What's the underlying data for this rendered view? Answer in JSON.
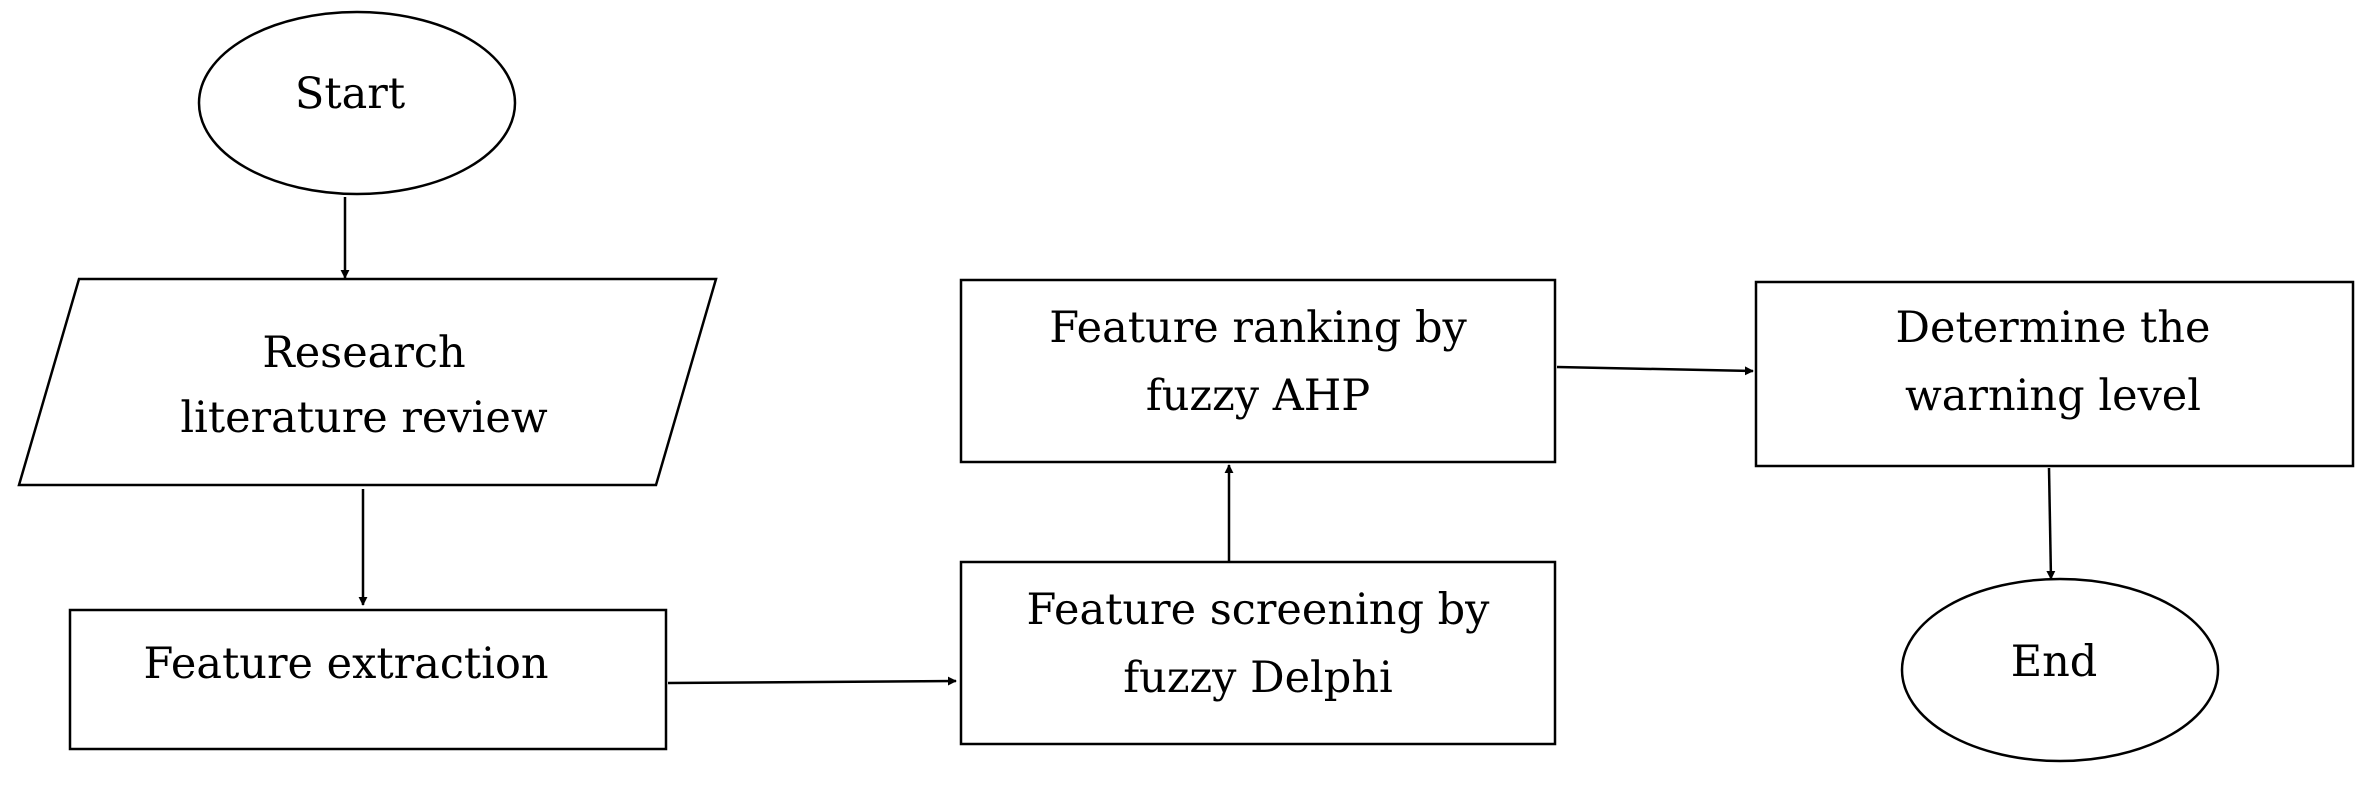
{
  "flowchart": {
    "start": {
      "label": "Start"
    },
    "research": {
      "line1": "Research",
      "line2": "literature review"
    },
    "extraction": {
      "label": "Feature extraction"
    },
    "screening": {
      "line1": "Feature screening by",
      "line2": "fuzzy Delphi"
    },
    "ranking": {
      "line1": "Feature ranking by",
      "line2": "fuzzy AHP"
    },
    "warning": {
      "line1": "Determine the",
      "line2": "warning level"
    },
    "end": {
      "label": "End"
    }
  },
  "colors": {
    "stroke": "#000000",
    "fill": "#ffffff",
    "background": "#ffffff"
  }
}
